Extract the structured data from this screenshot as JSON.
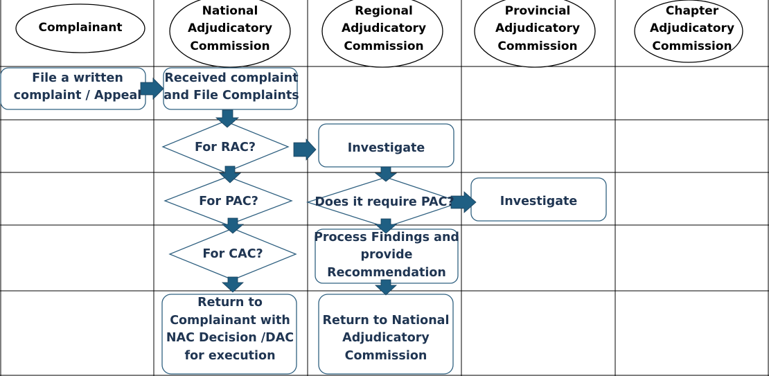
{
  "colors": {
    "text": "#1f3552",
    "header_text": "#000000",
    "shape_stroke": "#2f6080",
    "arrow_fill": "#1f5f83",
    "grid_line": "#000000",
    "background": "#ffffff"
  },
  "lanes": {
    "complainant": "Complainant",
    "nac": [
      "National",
      "Adjudicatory",
      "Commission"
    ],
    "rac": [
      "Regional",
      "Adjudicatory",
      "Commission"
    ],
    "pac": [
      "Provincial",
      "Adjudicatory",
      "Commission"
    ],
    "cac": [
      "Chapter",
      "Adjudicatory",
      "Commission"
    ]
  },
  "steps": {
    "file_complaint": [
      "File a written",
      "complaint / Appeal"
    ],
    "received_complaint": [
      "Received complaint",
      "and File Complaints"
    ],
    "for_rac": "For RAC?",
    "for_pac": "For PAC?",
    "for_cac": "For CAC?",
    "return_complainant": [
      "Return to",
      "Complainant with",
      "NAC Decision /DAC",
      "for execution"
    ],
    "rac_investigate": "Investigate",
    "require_pac": "Does it require PAC?",
    "process_findings": [
      "Process Findings and",
      "provide",
      "Recommendation"
    ],
    "return_nac": [
      "Return to National",
      "Adjudicatory",
      "Commission"
    ],
    "pac_investigate": "Investigate"
  }
}
